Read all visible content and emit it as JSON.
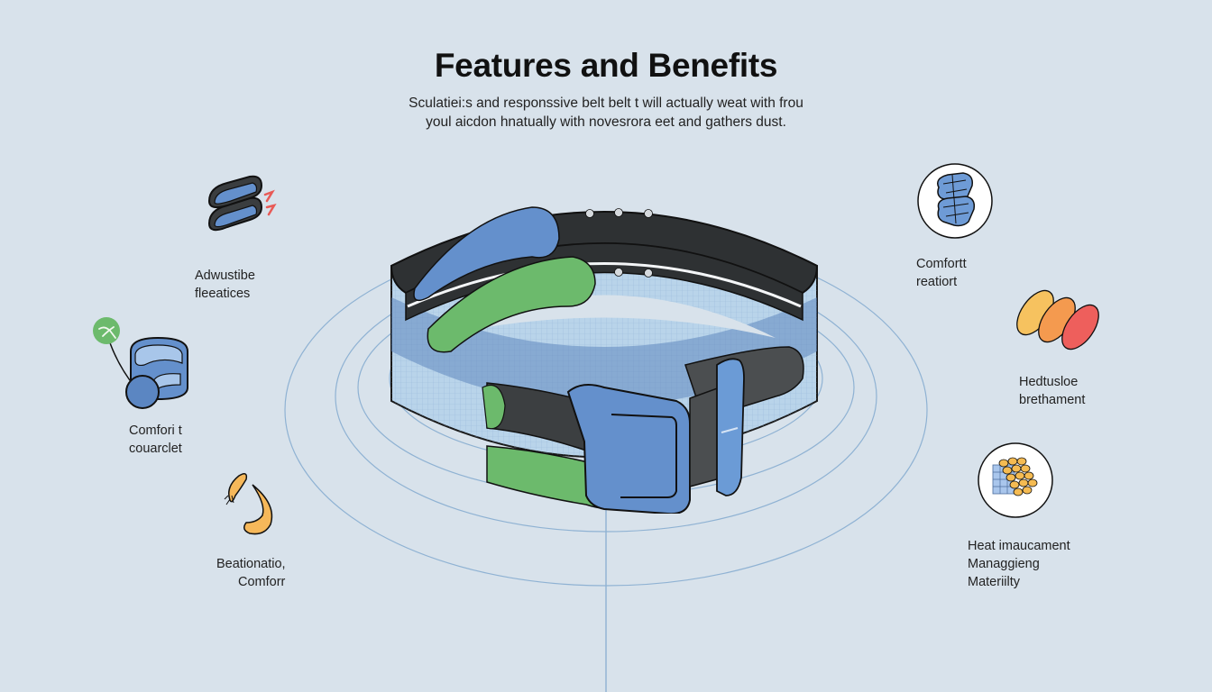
{
  "header": {
    "title": "Features and Benefits",
    "subtitle_lines": [
      "Sculatiei:s and responssive belt belt t will actually weat with frou",
      "youl aicdon hnatually with novesrora eet and gathers dust."
    ]
  },
  "features_left": [
    {
      "icon": "adjustable-strap-icon",
      "lines": [
        "Adwustibe",
        "fleeatices"
      ]
    },
    {
      "icon": "comfort-cuff-icon",
      "lines": [
        "Comfori t",
        "couarclet"
      ]
    },
    {
      "icon": "breathable-curl-icon",
      "lines": [
        "Beationatio,",
        "Comforr"
      ]
    }
  ],
  "features_right": [
    {
      "icon": "padded-cushion-icon",
      "lines": [
        "Comfortt",
        "reatiort"
      ]
    },
    {
      "icon": "heat-discs-icon",
      "lines": [
        "Hedtusloe",
        "brethament"
      ]
    },
    {
      "icon": "material-mesh-icon",
      "lines": [
        "Heat imaucament",
        "Managgieng",
        "Materiilty"
      ]
    }
  ],
  "illustration": {
    "subject": "belt-with-buckle",
    "colors": {
      "background": "#d8e2eb",
      "belt_dark": "#2e3133",
      "belt_blue": "#6490cc",
      "belt_green": "#6cba6c",
      "belt_light": "#b9d4ea",
      "orbit_lines": "#8fb2d3",
      "accent_red": "#e85a56",
      "accent_orange": "#f4a34f",
      "accent_yellow": "#f6c25f"
    }
  }
}
